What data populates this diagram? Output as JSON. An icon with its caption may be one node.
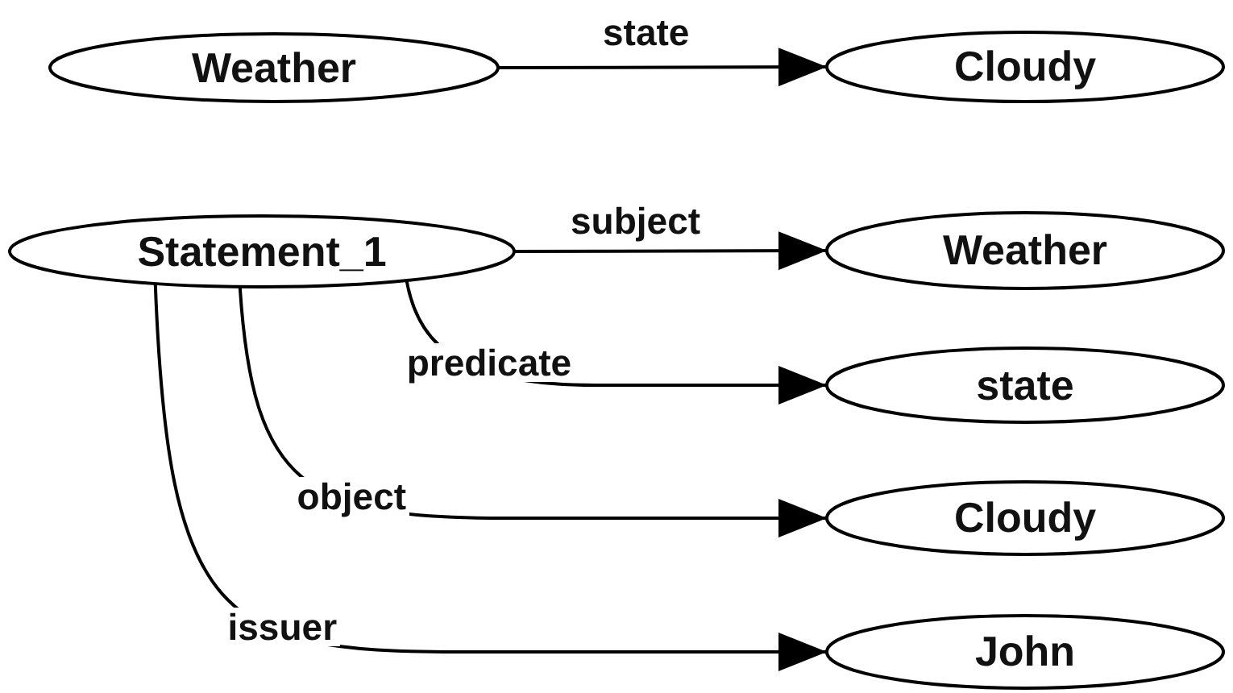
{
  "diagram": {
    "nodes": [
      {
        "text": [
          "Weather"
        ]
      },
      {
        "text": [
          "Cloudy"
        ]
      },
      {
        "text": [
          "Statement_1"
        ]
      },
      {
        "text": [
          "Weather"
        ]
      },
      {
        "text": [
          "state"
        ]
      },
      {
        "text": [
          "Cloudy"
        ]
      },
      {
        "text": [
          "John"
        ]
      }
    ],
    "edges": [
      {
        "from": 0,
        "to": 1,
        "label": "state",
        "arrow": "to"
      },
      {
        "from": 2,
        "to": 3,
        "label": "subject",
        "arrow": "to"
      },
      {
        "from": 2,
        "to": 4,
        "label": "predicate",
        "arrow": "to"
      },
      {
        "from": 2,
        "to": 5,
        "label": "object",
        "arrow": "to"
      },
      {
        "from": 2,
        "to": 6,
        "label": "issuer",
        "arrow": "to"
      }
    ]
  }
}
